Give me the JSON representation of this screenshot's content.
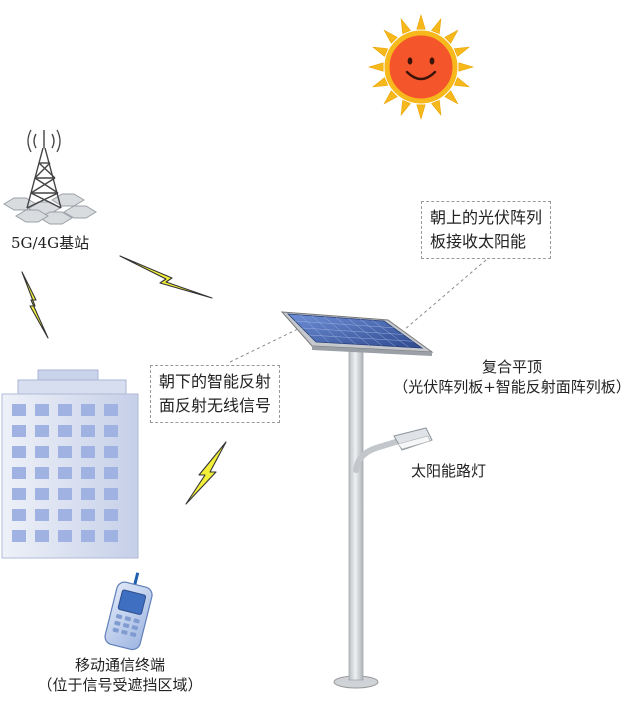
{
  "labels": {
    "base_station": "5G/4G基站",
    "street_light": "太阳能路灯",
    "composite_roof_line1": "复合平顶",
    "composite_roof_line2": "（光伏阵列板+智能反射面阵列板）",
    "mobile_terminal_line1": "移动通信终端",
    "mobile_terminal_line2": "（位于信号受遮挡区域）"
  },
  "callouts": {
    "pv_panel_line1": "朝上的光伏阵列",
    "pv_panel_line2": "板接收太阳能",
    "irs_line1": "朝下的智能反射",
    "irs_line2": "面反射无线信号"
  },
  "icons": {
    "sun": "smiling-sun-icon",
    "tower": "cell-tower-icon",
    "building": "office-building-icon",
    "phone": "mobile-phone-icon",
    "lightning": "lightning-bolt-icon",
    "street_light": "solar-street-light-icon"
  },
  "colors": {
    "sun_face": "#F5552A",
    "sun_rays": "#F7B81C",
    "lightning_fill": "#F3F03A",
    "building_face": "#D4DCF0",
    "window": "#9FB2E2",
    "panel": "#4E6BB5",
    "pole": "#D8DBDE"
  }
}
